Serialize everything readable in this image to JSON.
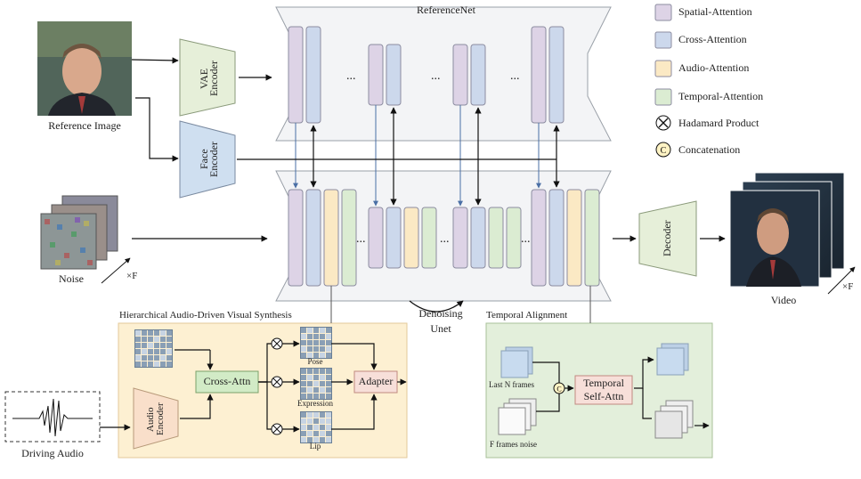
{
  "reference": {
    "title": "ReferenceNet",
    "image_label": "Reference Image",
    "vae_encoder": "VAE Encoder",
    "face_encoder": "Face Encoder"
  },
  "noise": {
    "label": "Noise",
    "times_f": "×F"
  },
  "denoising": {
    "label_line1": "Denoising",
    "label_line2": "Unet"
  },
  "decoder": {
    "label": "Decoder"
  },
  "video": {
    "label": "Video",
    "times_f": "×F"
  },
  "legend": [
    {
      "key": "spatial",
      "label": "Spatial-Attention",
      "color": "#ddd3e6"
    },
    {
      "key": "cross",
      "label": "Cross-Attention",
      "color": "#ccd8ec"
    },
    {
      "key": "audio",
      "label": "Audio-Attention",
      "color": "#fbe9c4"
    },
    {
      "key": "temporal",
      "label": "Temporal-Attention",
      "color": "#dbecd2"
    },
    {
      "key": "hadamard",
      "label": "Hadamard Product",
      "symbol": "⊗"
    },
    {
      "key": "concat",
      "label": "Concatenation",
      "symbol": "C"
    }
  ],
  "ellipsis": "...",
  "hierarchical": {
    "title": "Hierarchical Audio-Driven Visual Synthesis",
    "audio_encoder": "Audio Encoder",
    "cross_attn": "Cross-Attn",
    "adapter": "Adapter",
    "pose": "Pose",
    "expression": "Expression",
    "lip": "Lip"
  },
  "driving_audio": {
    "label": "Driving Audio"
  },
  "temporal": {
    "title": "Temporal Alignment",
    "last_n": "Last N frames",
    "f_noise": "F frames noise",
    "self_attn_line1": "Temporal",
    "self_attn_line2": "Self-Attn",
    "concat_symbol": "C"
  },
  "colors": {
    "trapezoid": "#f3f4f6",
    "encoder_green": "#e6efd9",
    "encoder_blue": "#cfdff0",
    "encoder_orange": "#f9dfca",
    "hier_bg": "#fdf0d2",
    "temporal_bg": "#e3efdb",
    "crossattn": "#d2ebc6",
    "adapter": "#f7dfd9",
    "grid_dark": "#8a9fb5",
    "grid_light": "#c7d4e3"
  }
}
